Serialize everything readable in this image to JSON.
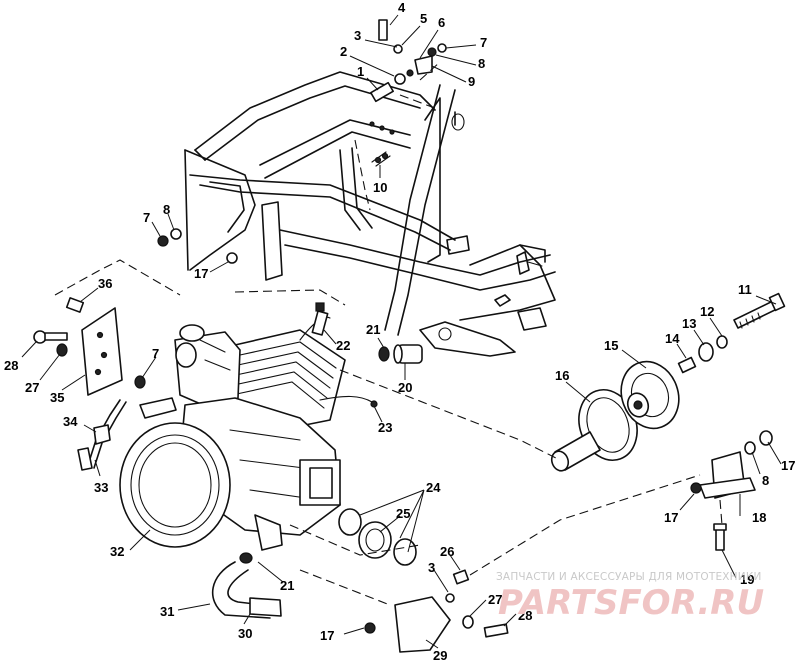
{
  "callouts": [
    {
      "id": "c1",
      "text": "1"
    },
    {
      "id": "c2",
      "text": "2"
    },
    {
      "id": "c3a",
      "text": "3"
    },
    {
      "id": "c4",
      "text": "4"
    },
    {
      "id": "c5",
      "text": "5"
    },
    {
      "id": "c6",
      "text": "6"
    },
    {
      "id": "c7a",
      "text": "7"
    },
    {
      "id": "c8a",
      "text": "8"
    },
    {
      "id": "c9",
      "text": "9"
    },
    {
      "id": "c10",
      "text": "10"
    },
    {
      "id": "c7b",
      "text": "7"
    },
    {
      "id": "c8b",
      "text": "8"
    },
    {
      "id": "c17a",
      "text": "17"
    },
    {
      "id": "c11",
      "text": "11"
    },
    {
      "id": "c12",
      "text": "12"
    },
    {
      "id": "c13",
      "text": "13"
    },
    {
      "id": "c14",
      "text": "14"
    },
    {
      "id": "c15",
      "text": "15"
    },
    {
      "id": "c16",
      "text": "16"
    },
    {
      "id": "c36",
      "text": "36"
    },
    {
      "id": "c21a",
      "text": "21"
    },
    {
      "id": "c22",
      "text": "22"
    },
    {
      "id": "c20",
      "text": "20"
    },
    {
      "id": "c28a",
      "text": "28"
    },
    {
      "id": "c27a",
      "text": "27"
    },
    {
      "id": "c35",
      "text": "35"
    },
    {
      "id": "c7c",
      "text": "7"
    },
    {
      "id": "c23",
      "text": "23"
    },
    {
      "id": "c34",
      "text": "34"
    },
    {
      "id": "c33",
      "text": "33"
    },
    {
      "id": "c17b",
      "text": "17"
    },
    {
      "id": "c8c",
      "text": "8"
    },
    {
      "id": "c24",
      "text": "24"
    },
    {
      "id": "c25",
      "text": "25"
    },
    {
      "id": "c17c",
      "text": "17"
    },
    {
      "id": "c18",
      "text": "18"
    },
    {
      "id": "c32",
      "text": "32"
    },
    {
      "id": "c26",
      "text": "26"
    },
    {
      "id": "c3b",
      "text": "3"
    },
    {
      "id": "c19",
      "text": "19"
    },
    {
      "id": "c21b",
      "text": "21"
    },
    {
      "id": "c27b",
      "text": "27"
    },
    {
      "id": "c28b",
      "text": "28"
    },
    {
      "id": "c31",
      "text": "31"
    },
    {
      "id": "c30",
      "text": "30"
    },
    {
      "id": "c17d",
      "text": "17"
    },
    {
      "id": "c29",
      "text": "29"
    }
  ],
  "watermark": {
    "caption": "ЗАПЧАСТИ И АКСЕССУАРЫ ДЛЯ МОТОТЕХНИКИ",
    "logo": "PARTSFOR.RU"
  }
}
